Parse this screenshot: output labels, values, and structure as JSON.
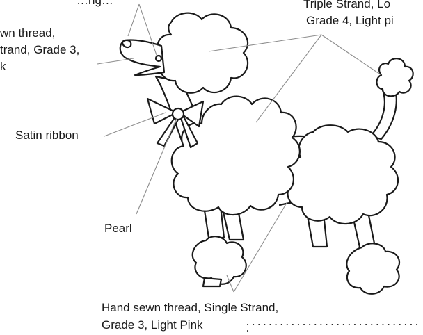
{
  "labels": {
    "top_left_partial": "…ng…",
    "head_thread": [
      "wn thread,",
      "trand, Grade 3,",
      "k"
    ],
    "pompom_thread": [
      "Triple Strand, Lo",
      "Grade 4, Light pi"
    ],
    "satin_ribbon": "Satin ribbon",
    "pearl": "Pearl",
    "body_thread": [
      "Hand sewn thread, Single Strand,",
      "Grade 3, Light Pink"
    ]
  },
  "colors": {
    "ink": "#1a1a1a",
    "leader": "#8c8c8c",
    "background": "#ffffff"
  }
}
